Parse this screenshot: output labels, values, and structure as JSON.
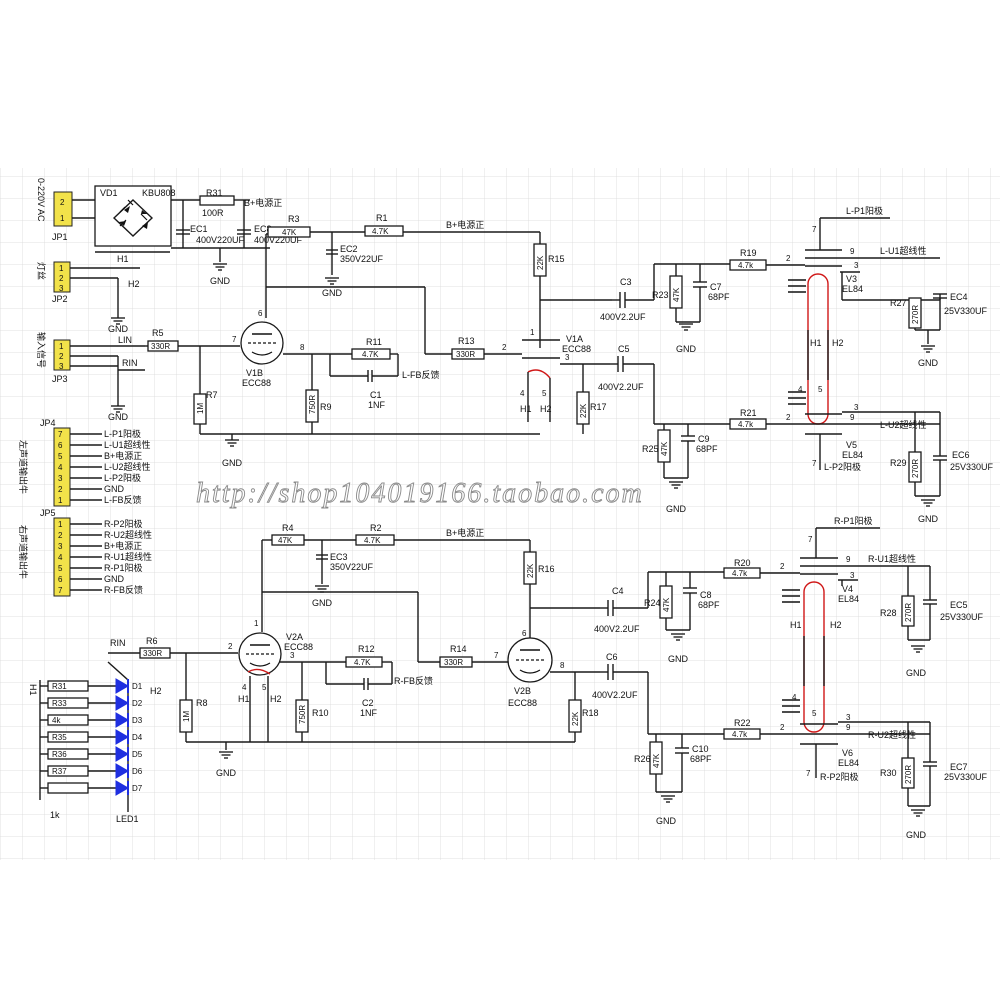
{
  "watermark": "http://shop104019166.taobao.com",
  "connectors": {
    "jp1": {
      "ref": "JP1",
      "label": "0-220V AC",
      "pins": [
        "2",
        "1"
      ]
    },
    "jp2": {
      "ref": "JP2",
      "label": "灯丝",
      "pins": [
        "1",
        "2",
        "3"
      ]
    },
    "jp3": {
      "ref": "JP3",
      "label": "输入信号",
      "pins": [
        "1",
        "2",
        "3"
      ]
    },
    "jp4": {
      "ref": "JP4",
      "label": "左声道输出牛",
      "pins": [
        "7",
        "6",
        "5",
        "4",
        "3",
        "2",
        "1"
      ],
      "nets": [
        "L-P1阳极",
        "L-U1超线性",
        "B+电源正",
        "L-U2超线性",
        "L-P2阳极",
        "GND",
        "L-FB反馈"
      ]
    },
    "jp5": {
      "ref": "JP5",
      "label": "右声道输出牛",
      "pins": [
        "1",
        "2",
        "3",
        "4",
        "5",
        "6",
        "7"
      ],
      "nets": [
        "R-P2阳极",
        "R-U2超线性",
        "B+电源正",
        "R-U1超线性",
        "R-P1阳极",
        "GND",
        "R-FB反馈"
      ]
    }
  },
  "power": {
    "vd1": "VD1",
    "kbu": "KBU808",
    "r31": "R31",
    "r31v": "100R",
    "bplus": "B+电源正",
    "ec1": "EC1",
    "ec1v": "400V220UF",
    "ec8": "EC8",
    "ec8v": "400V220UF",
    "h1": "H1",
    "h2": "H2",
    "gnd": "GND"
  },
  "top": {
    "r3": "R3",
    "r3v": "47K",
    "r1": "R1",
    "r1v": "4.7K",
    "bplus": "B+电源正",
    "ec2": "EC2",
    "ec2v": "350V22UF",
    "gnd": "GND",
    "r15": "R15",
    "r15v": "22K",
    "r5": "R5",
    "r5v": "330R",
    "lin": "LIN",
    "rin": "RIN",
    "v1b": "V1B",
    "v1bt": "ECC88",
    "p7": "7",
    "p6": "6",
    "p8": "8",
    "r7": "R7",
    "r7v": "1M",
    "r9": "R9",
    "r9v": "750R",
    "r11": "R11",
    "r11v": "4.7K",
    "c1": "C1",
    "c1v": "1NF",
    "lfb": "L-FB反馈",
    "r13": "R13",
    "r13v": "330R",
    "p2": "2",
    "p1": "1",
    "p3": "3",
    "v1a": "V1A",
    "v1at": "ECC88",
    "h1": "H1",
    "h2": "H2",
    "p4": "4",
    "p5": "5",
    "r17": "R17",
    "r17v": "22K",
    "c3": "C3",
    "c3v": "400V2.2UF",
    "c5": "C5",
    "c5v": "400V2.2UF",
    "r23": "R23",
    "r23v": "47K",
    "c7": "C7",
    "c7v": "68PF",
    "r25": "R25",
    "r25v": "47K",
    "c9": "C9",
    "c9v": "68PF",
    "r19": "R19",
    "r19v": "4.7k",
    "r21": "R21",
    "r21v": "4.7k",
    "lp1": "L-P1阳极",
    "lu1": "L-U1超线性",
    "lu2": "L-U2超线性",
    "lp2": "L-P2阳极",
    "v3": "V3",
    "v3t": "EL84",
    "v5": "V5",
    "v5t": "EL84",
    "r27": "R27",
    "r27v": "270R",
    "ec4": "EC4",
    "ec4v": "25V330UF",
    "r29": "R29",
    "r29v": "270R",
    "ec6": "EC6",
    "ec6v": "25V330UF",
    "n7": "7",
    "n9": "9",
    "n2": "2",
    "n3": "3",
    "n4": "4",
    "n5": "5"
  },
  "bottom": {
    "r4": "R4",
    "r4v": "47K",
    "r2": "R2",
    "r2v": "4.7K",
    "bplus": "B+电源正",
    "ec3": "EC3",
    "ec3v": "350V22UF",
    "gnd": "GND",
    "r16": "R16",
    "r16v": "22K",
    "r6": "R6",
    "r6v": "330R",
    "rin": "RIN",
    "v2a": "V2A",
    "v2at": "ECC88",
    "v2b": "V2B",
    "v2bt": "ECC88",
    "r8": "R8",
    "r8v": "1M",
    "r10": "R10",
    "r10v": "750R",
    "r12": "R12",
    "r12v": "4.7K",
    "c2": "C2",
    "c2v": "1NF",
    "rfb": "R-FB反馈",
    "r14": "R14",
    "r14v": "330R",
    "r18": "R18",
    "r18v": "22K",
    "c4": "C4",
    "c4v": "400V2.2UF",
    "c6": "C6",
    "c6v": "400V2.2UF",
    "r24": "R24",
    "r24v": "47K",
    "c8": "C8",
    "c8v": "68PF",
    "r26": "R26",
    "r26v": "47K",
    "c10": "C10",
    "c10v": "68PF",
    "r20": "R20",
    "r20v": "4.7k",
    "r22": "R22",
    "r22v": "4.7k",
    "rp1": "R-P1阳极",
    "ru1": "R-U1超线性",
    "ru2": "R-U2超线性",
    "rp2": "R-P2阳极",
    "v4": "V4",
    "v4t": "EL84",
    "v6": "V6",
    "v6t": "EL84",
    "r28": "R28",
    "r28v": "270R",
    "ec5": "EC5",
    "ec5v": "25V330UF",
    "r30": "R30",
    "r30v": "270R",
    "ec7": "EC7",
    "ec7v": "25V330UF",
    "h1": "H1",
    "h2": "H2"
  },
  "leds": {
    "h1": "H1",
    "h2": "H2",
    "led1": "LED1",
    "resistors": [
      "R31",
      "R33",
      "4k",
      "R35",
      "R36",
      "R37"
    ],
    "diodes": [
      "D1",
      "D2",
      "D3",
      "D4",
      "D5",
      "D6",
      "D7"
    ],
    "foot": "1k"
  },
  "colors": {
    "wire": "#1a1a1a",
    "connector": "#f2e24a",
    "led": "#1f2fe0",
    "grid": "#d9d9d9"
  }
}
